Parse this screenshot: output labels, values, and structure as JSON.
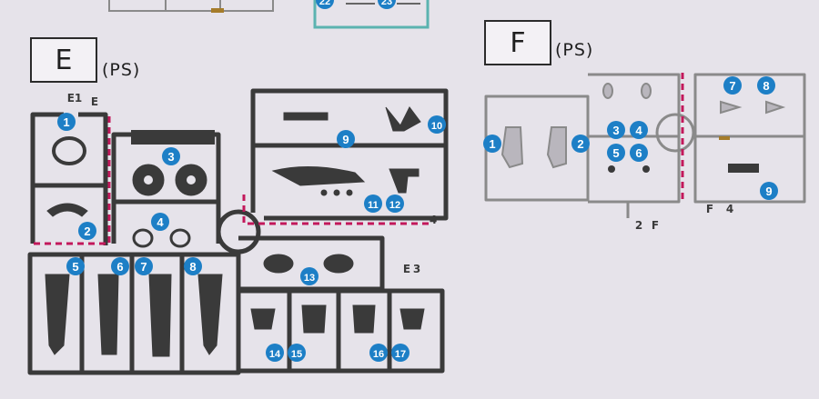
{
  "sheet_e": {
    "label": "E",
    "material": "(PS)",
    "sub_tags": [
      "E1",
      "E",
      "4",
      "E",
      "3"
    ],
    "callouts": [
      "1",
      "2",
      "3",
      "4",
      "5",
      "6",
      "7",
      "8",
      "9",
      "10",
      "11",
      "12",
      "13",
      "14",
      "15",
      "16",
      "17"
    ]
  },
  "sheet_f": {
    "label": "F",
    "material": "(PS)",
    "sub_tags": [
      "2",
      "F",
      "F",
      "4"
    ],
    "callouts": [
      "1",
      "2",
      "3",
      "4",
      "5",
      "6",
      "7",
      "8",
      "9"
    ]
  },
  "top_partial": {
    "callouts": [
      "22",
      "23"
    ]
  },
  "colors": {
    "background": "#e6e3ea",
    "frame_dark": "#3a3a3a",
    "frame_light": "#8a8a8a",
    "callout_blue": "#1d7fc6",
    "gate_line": "#c2185b",
    "top_frame_teal": "#5bb3b0"
  }
}
